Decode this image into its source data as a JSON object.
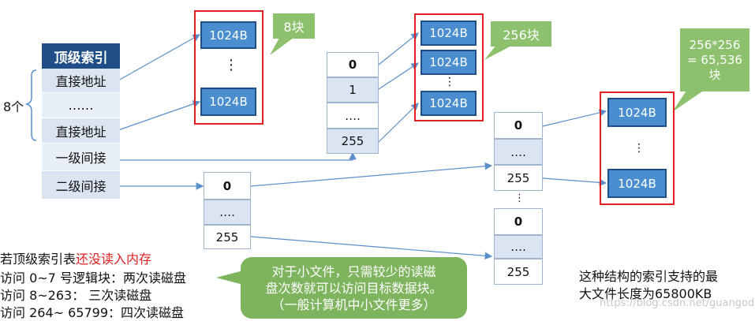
{
  "index_table": {
    "header": "顶级索引",
    "rows": [
      "直接地址",
      "……",
      "直接地址",
      "一级间接",
      "二级间接"
    ],
    "brace_label": "8个"
  },
  "direct_blocks": {
    "block_label": "1024B",
    "dots": "⋮",
    "callout": "8块"
  },
  "level1_table": {
    "rows": [
      "0",
      "1",
      "….",
      "255"
    ]
  },
  "level1_blocks": {
    "block_label": "1024B",
    "dots": "⋮",
    "callout": "256块"
  },
  "level2_table": {
    "rows": [
      "0",
      "….",
      "255"
    ]
  },
  "level2_sub_tables": {
    "top_rows": [
      "0",
      "….",
      "255"
    ],
    "bottom_rows": [
      "0",
      "….",
      "255"
    ],
    "dots": "⋮"
  },
  "level2_blocks": {
    "block_label": "1024B",
    "dots": "⋮",
    "callout": "256*256\n= 65,536\n块"
  },
  "notes": {
    "line1_prefix": "若顶级索引表",
    "line1_red": "还没读入内存",
    "line2": "访问 0~7 号逻辑块：两次读磁盘",
    "line3": "访问 8~263：  三次读磁盘",
    "line4": "访问 264~ 65799：四次读磁盘"
  },
  "small_file_callout": {
    "line1": "对于小文件，只需较少的读磁",
    "line2": "盘次数就可以访问目标数据块。",
    "line3": "（一般计算机中小文件更多）"
  },
  "max_size_note": {
    "line1": "这种结构的索引支持的最",
    "line2": "大文件长度为65800KB"
  },
  "watermark": "https://blog.csdn.net/guangod",
  "colors": {
    "block_fill": "#4a8ed0",
    "callout_green": "#8dc16d",
    "red_frame": "#e02020",
    "arrow_blue": "#5b8fc9",
    "light_cell": "#dbe5f1"
  }
}
